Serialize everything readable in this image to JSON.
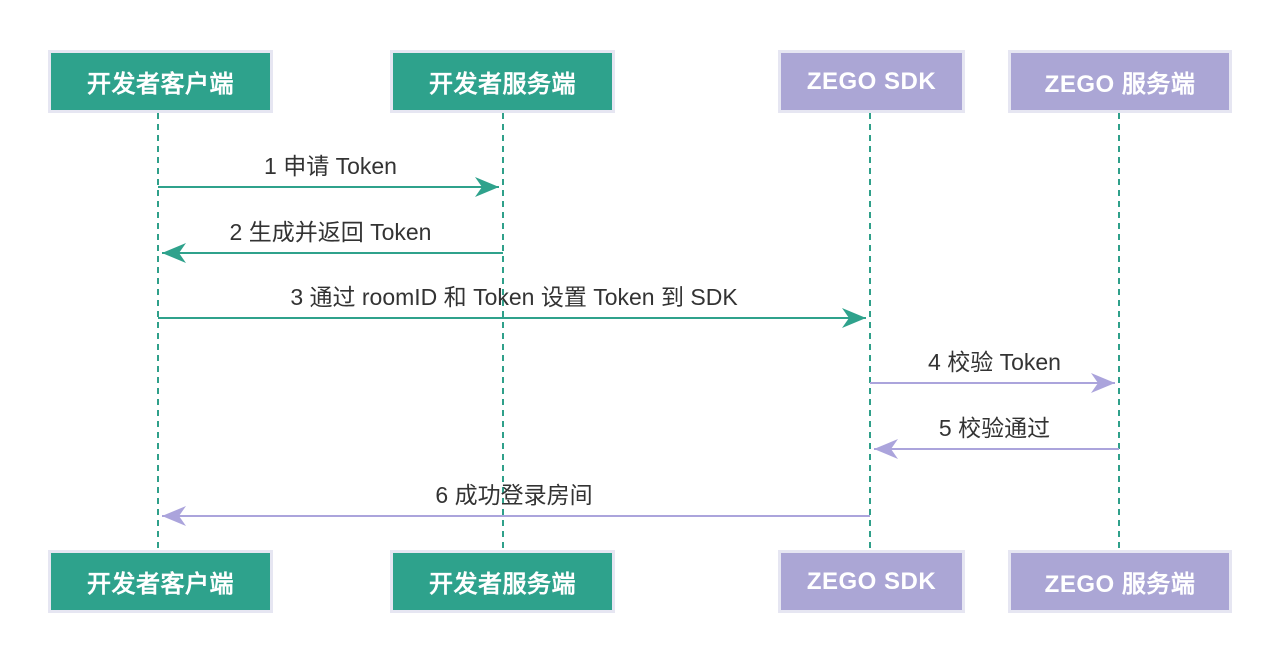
{
  "diagram_type": "sequence-diagram",
  "actors": [
    {
      "id": "developer-client",
      "label": "开发者客户端",
      "theme": "teal"
    },
    {
      "id": "developer-server",
      "label": "开发者服务端",
      "theme": "teal"
    },
    {
      "id": "zego-sdk",
      "label": "ZEGO SDK",
      "theme": "purple"
    },
    {
      "id": "zego-server",
      "label": "ZEGO 服务端",
      "theme": "purple"
    }
  ],
  "messages": [
    {
      "label": "1 申请 Token",
      "from": "开发者客户端",
      "to": "开发者服务端",
      "direction": "right",
      "theme": "teal"
    },
    {
      "label": "2 生成并返回 Token",
      "from": "开发者服务端",
      "to": "开发者客户端",
      "direction": "left",
      "theme": "teal"
    },
    {
      "label": "3 通过 roomID 和 Token 设置 Token 到 SDK",
      "from": "开发者客户端",
      "to": "ZEGO SDK",
      "direction": "right",
      "theme": "teal"
    },
    {
      "label": "4 校验 Token",
      "from": "ZEGO SDK",
      "to": "ZEGO 服务端",
      "direction": "right",
      "theme": "purple"
    },
    {
      "label": "5 校验通过",
      "from": "ZEGO 服务端",
      "to": "ZEGO SDK",
      "direction": "left",
      "theme": "purple"
    },
    {
      "label": "6 成功登录房间",
      "from": "ZEGO SDK",
      "to": "开发者客户端",
      "direction": "left",
      "theme": "purple"
    }
  ],
  "colors": {
    "teal_box": "#2EA28C",
    "teal_arrow": "#2FA28C",
    "purple_box": "#ABA6D5",
    "purple_arrow": "#ABA4DC",
    "lifeline": "#2FA08A",
    "box_border": "#E6E6F2",
    "message_text": "#333333",
    "actor_text": "#FFFFFF",
    "background": "#FFFFFF"
  }
}
